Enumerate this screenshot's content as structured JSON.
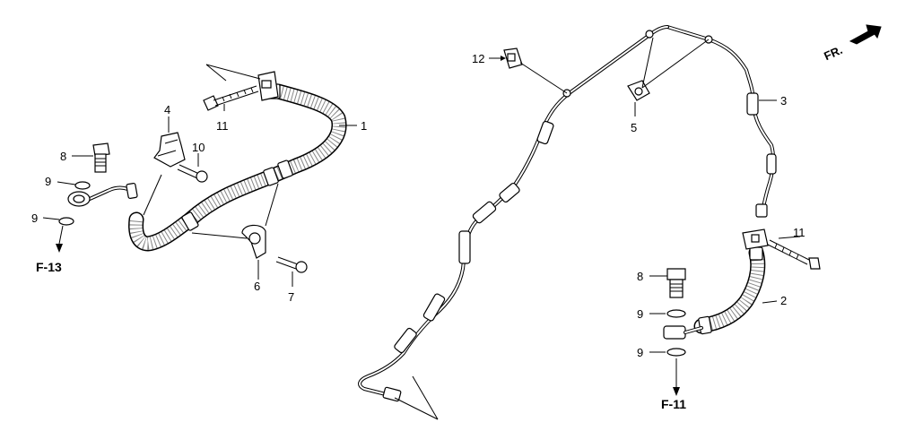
{
  "diagram": {
    "direction_indicator": "FR.",
    "references": [
      {
        "id": "ref-f13",
        "label": "F-13"
      },
      {
        "id": "ref-f11",
        "label": "F-11"
      }
    ],
    "callouts": [
      {
        "id": "c1",
        "number": "1"
      },
      {
        "id": "c2",
        "number": "2"
      },
      {
        "id": "c3",
        "number": "3"
      },
      {
        "id": "c4",
        "number": "4"
      },
      {
        "id": "c5",
        "number": "5"
      },
      {
        "id": "c6",
        "number": "6"
      },
      {
        "id": "c7",
        "number": "7"
      },
      {
        "id": "c8a",
        "number": "8"
      },
      {
        "id": "c8b",
        "number": "8"
      },
      {
        "id": "c9a",
        "number": "9"
      },
      {
        "id": "c9b",
        "number": "9"
      },
      {
        "id": "c9c",
        "number": "9"
      },
      {
        "id": "c9d",
        "number": "9"
      },
      {
        "id": "c10",
        "number": "10"
      },
      {
        "id": "c11a",
        "number": "11"
      },
      {
        "id": "c11b",
        "number": "11"
      },
      {
        "id": "c12",
        "number": "12"
      }
    ]
  }
}
